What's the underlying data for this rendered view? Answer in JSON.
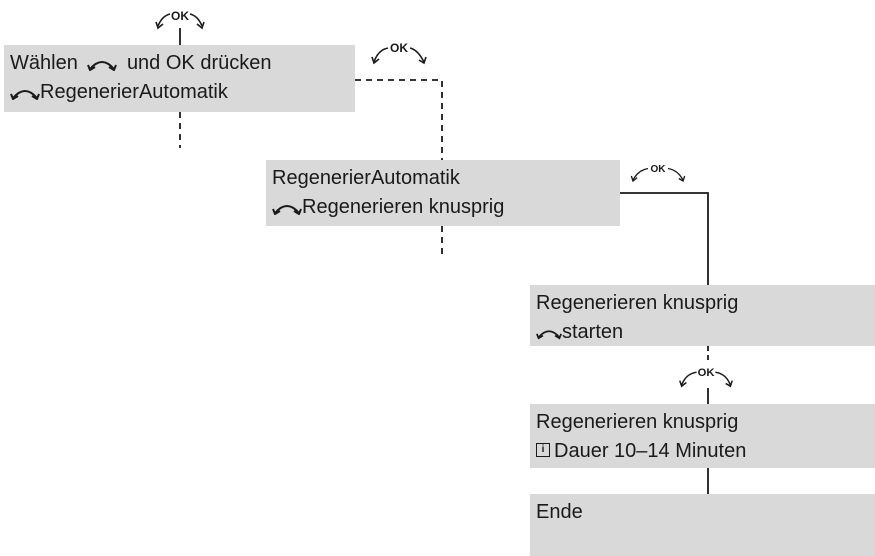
{
  "ok_label": "OK",
  "boxes": [
    {
      "line1_a": "Wählen",
      "line1_b": "und OK drücken",
      "line2": "RegenerierAutomatik"
    },
    {
      "line1": "RegenerierAutomatik",
      "line2": "Regenerieren knusprig"
    },
    {
      "line1": "Regenerieren knusprig",
      "line2": "starten"
    },
    {
      "line1": "Regenerieren knusprig",
      "line2": "Dauer 10–14 Minuten",
      "info_icon": "i"
    },
    {
      "line1": "Ende"
    }
  ],
  "colors": {
    "box": "#d9d9d9",
    "line": "#1a1a1a"
  },
  "icons": [
    "rotary-knob-icon",
    "ok-button-icon",
    "info-icon"
  ]
}
